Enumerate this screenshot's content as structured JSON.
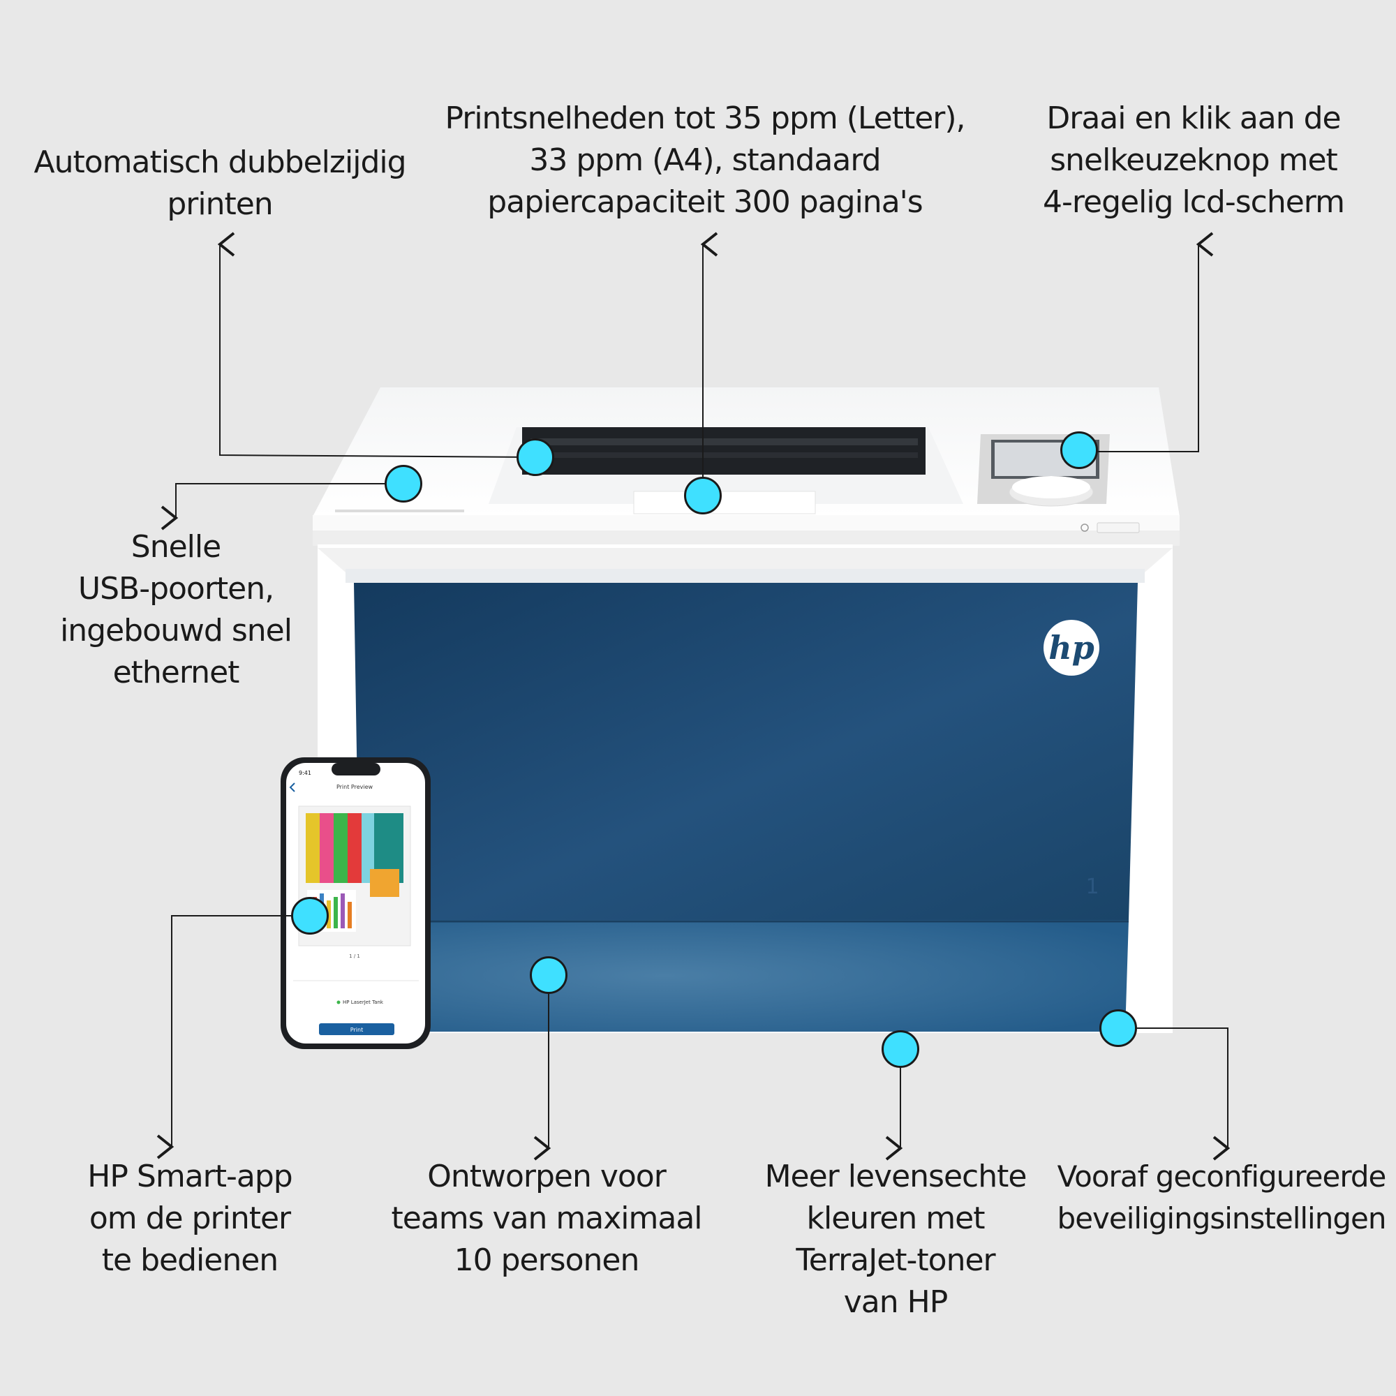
{
  "colors": {
    "background": "#e8e8e8",
    "hotspot": "#3fe0ff",
    "line": "#1a1a1a",
    "printer_body": "#ffffff",
    "printer_front": "#1f4e79",
    "printer_tray": "#2f6a99"
  },
  "printer": {
    "brand_logo_text": "hp",
    "tray_number": "1"
  },
  "phone": {
    "time": "9:41",
    "screen_title": "Print Preview",
    "page_indicator": "1 / 1",
    "printer_name": "HP LaserJet Tank",
    "print_button": "Print"
  },
  "callouts": [
    {
      "id": "duplex",
      "lines": [
        "Automatisch dubbelzijdig",
        "printen"
      ]
    },
    {
      "id": "speed",
      "lines": [
        "Printsnelheden tot 35 ppm (Letter),",
        "33 ppm (A4), standaard",
        "papiercapaciteit 300 pagina's"
      ]
    },
    {
      "id": "control",
      "lines": [
        "Draai en klik aan de",
        "snelkeuzeknop met",
        "4-regelig lcd-scherm"
      ]
    },
    {
      "id": "usb",
      "lines": [
        "Snelle",
        "USB-poorten,",
        "ingebouwd snel",
        "ethernet"
      ]
    },
    {
      "id": "app",
      "lines": [
        "HP Smart-app",
        "om de printer",
        "te bedienen"
      ]
    },
    {
      "id": "teams",
      "lines": [
        "Ontworpen voor",
        "teams van maximaal",
        "10 personen"
      ]
    },
    {
      "id": "toner",
      "lines": [
        "Meer levensechte",
        "kleuren met",
        "TerraJet-toner",
        "van HP"
      ]
    },
    {
      "id": "security",
      "lines": [
        "Vooraf geconfigureerde",
        "beveiligingsinstellingen"
      ]
    }
  ]
}
